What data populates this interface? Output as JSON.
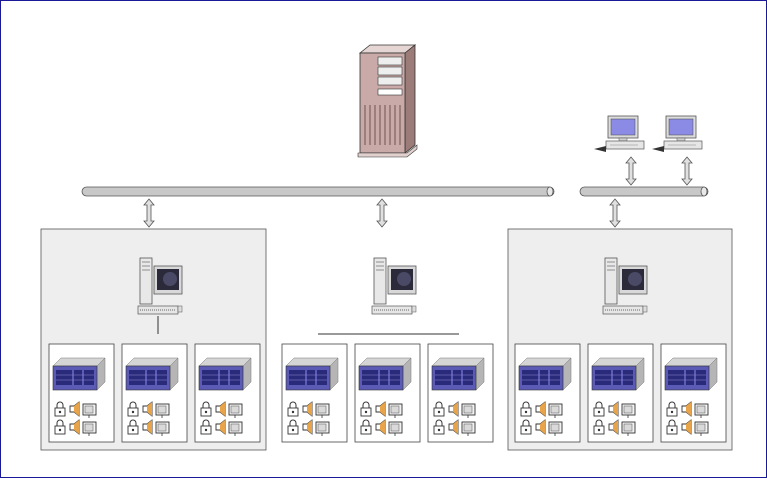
{
  "diagram": {
    "frame_color": "#1a1a99",
    "bus_color": "#c8c8c8",
    "panel_fill": "#eeeeee",
    "unit_fill": "#ffffff",
    "device_color": "#5b5bb5",
    "server_color": "#c9aaa8",
    "groups": [
      {
        "id": "left",
        "has_panel": true,
        "units": 3
      },
      {
        "id": "middle",
        "has_panel": false,
        "units": 3
      },
      {
        "id": "right",
        "has_panel": true,
        "units": 3
      }
    ],
    "unit_caption": "",
    "icons": [
      "tower-server-icon",
      "workstation-icon",
      "rack-device-icon",
      "lock-icon",
      "speaker-icon",
      "camera-icon"
    ]
  }
}
